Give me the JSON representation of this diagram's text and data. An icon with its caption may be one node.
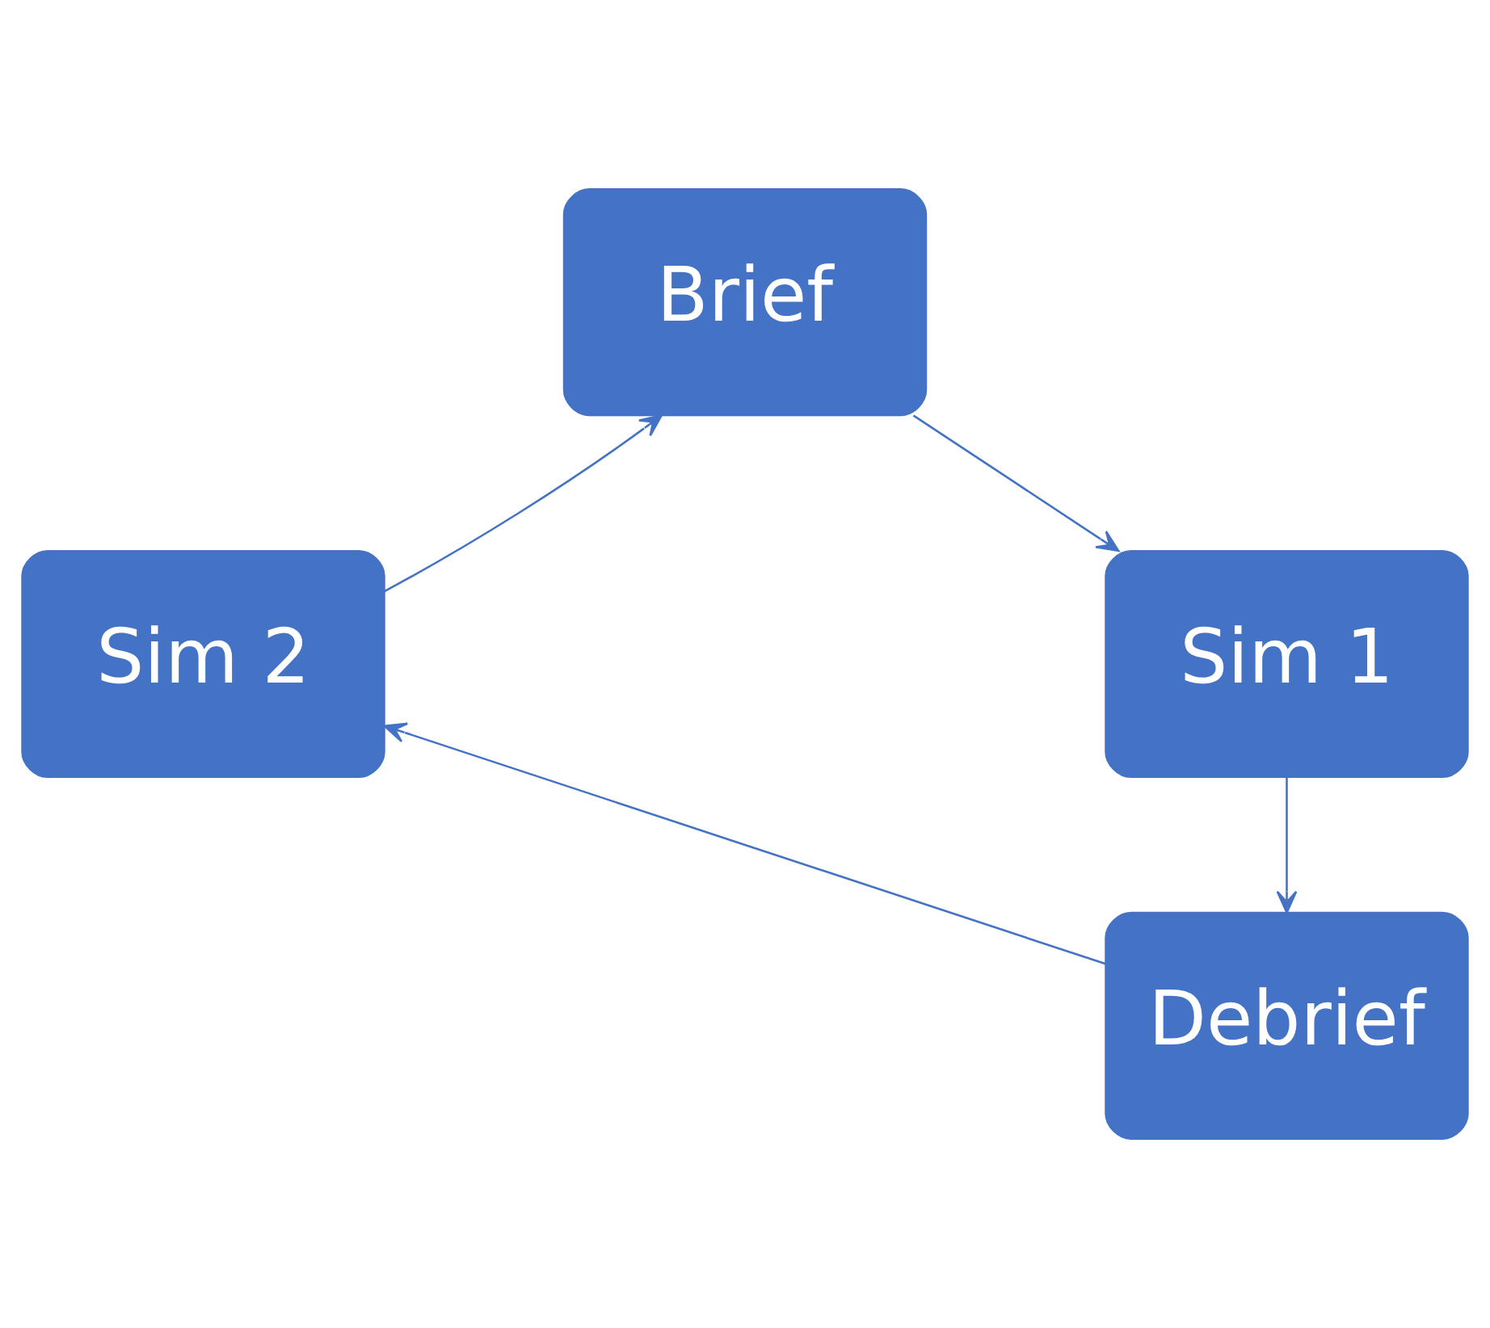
{
  "diagram": {
    "nodes": [
      {
        "text": [
          "Brief"
        ]
      },
      {
        "text": [
          "Sim 1"
        ]
      },
      {
        "text": [
          "Debrief"
        ]
      },
      {
        "text": [
          "Sim 2"
        ]
      }
    ],
    "edges": [
      {
        "from": 0,
        "to": 1,
        "arrow": "to"
      },
      {
        "from": 1,
        "to": 2,
        "arrow": "to"
      },
      {
        "from": 2,
        "to": 3,
        "arrow": "to"
      },
      {
        "from": 3,
        "to": 0,
        "arrow": "to"
      }
    ]
  }
}
